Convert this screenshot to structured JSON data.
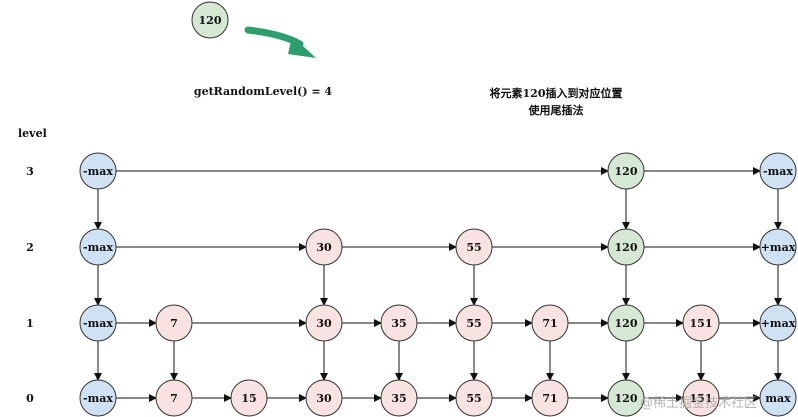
{
  "new_element": {
    "value": "120"
  },
  "caption_left": "getRandomLevel() = 4",
  "caption_right_line1": "将元素120插入到对应位置",
  "caption_right_line2": "使用尾插法",
  "level_header": "level",
  "levels": [
    "3",
    "2",
    "1",
    "0"
  ],
  "columns": [
    "-max",
    "7",
    "15",
    "30",
    "35",
    "55",
    "71",
    "120",
    "151",
    "max"
  ],
  "rows": [
    {
      "level": "3",
      "nodes": [
        "-max",
        "120",
        "-max"
      ]
    },
    {
      "level": "2",
      "nodes": [
        "-max",
        "30",
        "55",
        "120",
        "+max"
      ]
    },
    {
      "level": "1",
      "nodes": [
        "-max",
        "7",
        "30",
        "35",
        "55",
        "71",
        "120",
        "151",
        "+max"
      ]
    },
    {
      "level": "0",
      "nodes": [
        "-max",
        "7",
        "15",
        "30",
        "35",
        "55",
        "71",
        "120",
        "151",
        "max"
      ]
    }
  ],
  "colors": {
    "sentinel": "#cfe2f3",
    "existing": "#f9e2e2",
    "inserted": "#d5e8d4",
    "arrow": "#2e9e6e"
  },
  "watermark": "@稀土掘金技术社区"
}
